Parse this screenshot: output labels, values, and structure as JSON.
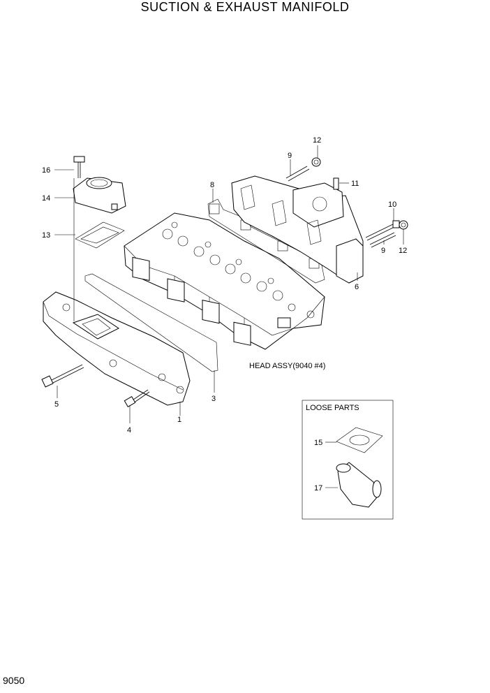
{
  "title": "SUCTION & EXHAUST MANIFOLD",
  "page_number": "9050",
  "head_assy_label": "HEAD ASSY(9040 #4)",
  "loose_parts_label": "LOOSE PARTS",
  "callouts": {
    "c1": "1",
    "c3": "3",
    "c4": "4",
    "c5": "5",
    "c6": "6",
    "c8": "8",
    "c9a": "9",
    "c9b": "9",
    "c10": "10",
    "c11": "11",
    "c12a": "12",
    "c12b": "12",
    "c13": "13",
    "c14": "14",
    "c15": "15",
    "c16": "16",
    "c17": "17"
  }
}
